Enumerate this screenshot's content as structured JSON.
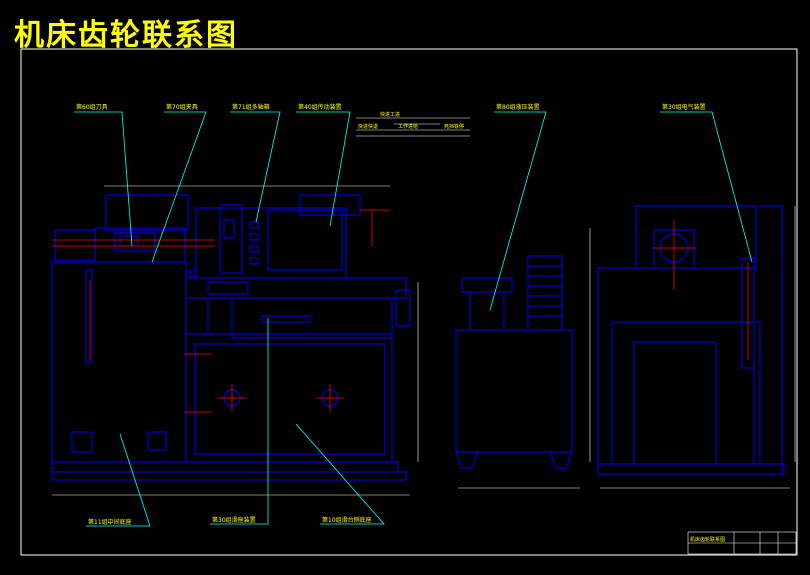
{
  "title": "机床齿轮联系图",
  "colors": {
    "background": "#000000",
    "title": "#ffff00",
    "frame": "#ffffff",
    "drawing": "#0000ff",
    "leader": "#00ffff",
    "dimension": "#ff0000",
    "label": "#ffff00"
  },
  "labels": {
    "tool": "第60组刀具",
    "fixture": "第70组夹具",
    "multi_axis": "第71组多轴箱",
    "drive": "第40组传动装置",
    "hydraulic": "第80组液压装置",
    "electric": "第30组电气装置",
    "middle_base": "第11组中间底座",
    "slide": "第30组滑座装置",
    "side_base": "第10组滑台侧底座"
  },
  "cycle": {
    "top": "快进工进",
    "fast_forward": "快进快退",
    "work_feed": "工作进给",
    "fast_return": "死挡铁停"
  },
  "title_block": {
    "name": "机床齿轮联系图"
  }
}
